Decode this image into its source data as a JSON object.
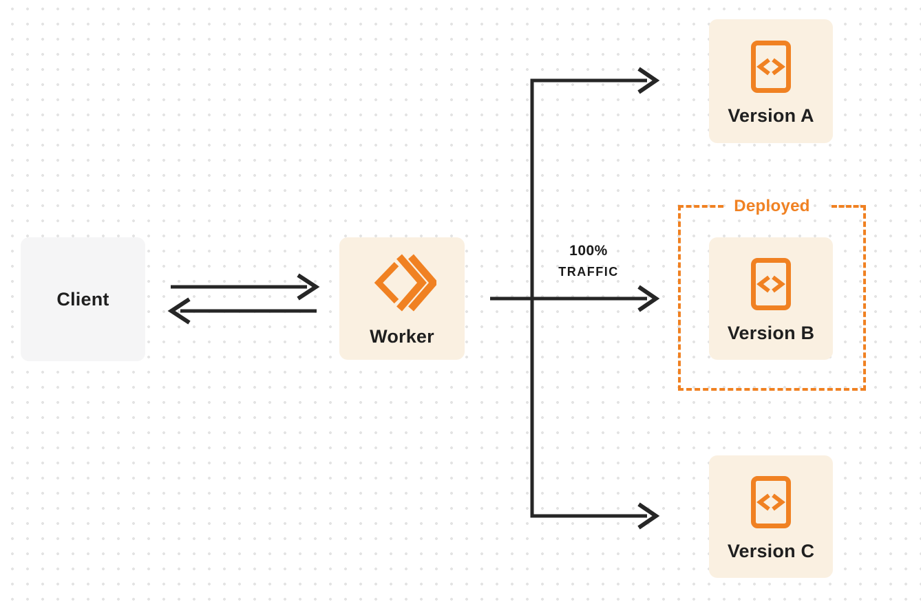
{
  "colors": {
    "accent_orange": "#F08122",
    "node_cream": "#FAF0E1",
    "node_gray": "#F5F5F6",
    "arrow_dark": "#262626",
    "text_dark": "#1F1F1F",
    "dot_grid": "#E3E3E3",
    "background": "#FFFFFF"
  },
  "nodes": {
    "client": {
      "label": "Client"
    },
    "worker": {
      "label": "Worker",
      "icon": "workers-logo-icon"
    },
    "versions": [
      {
        "label": "Version A",
        "icon": "code-file-icon"
      },
      {
        "label": "Version B",
        "icon": "code-file-icon"
      },
      {
        "label": "Version C",
        "icon": "code-file-icon"
      }
    ]
  },
  "annotations": {
    "deployed": {
      "label": "Deployed"
    },
    "traffic": {
      "line1": "100%",
      "line2": "TRAFFIC"
    }
  }
}
